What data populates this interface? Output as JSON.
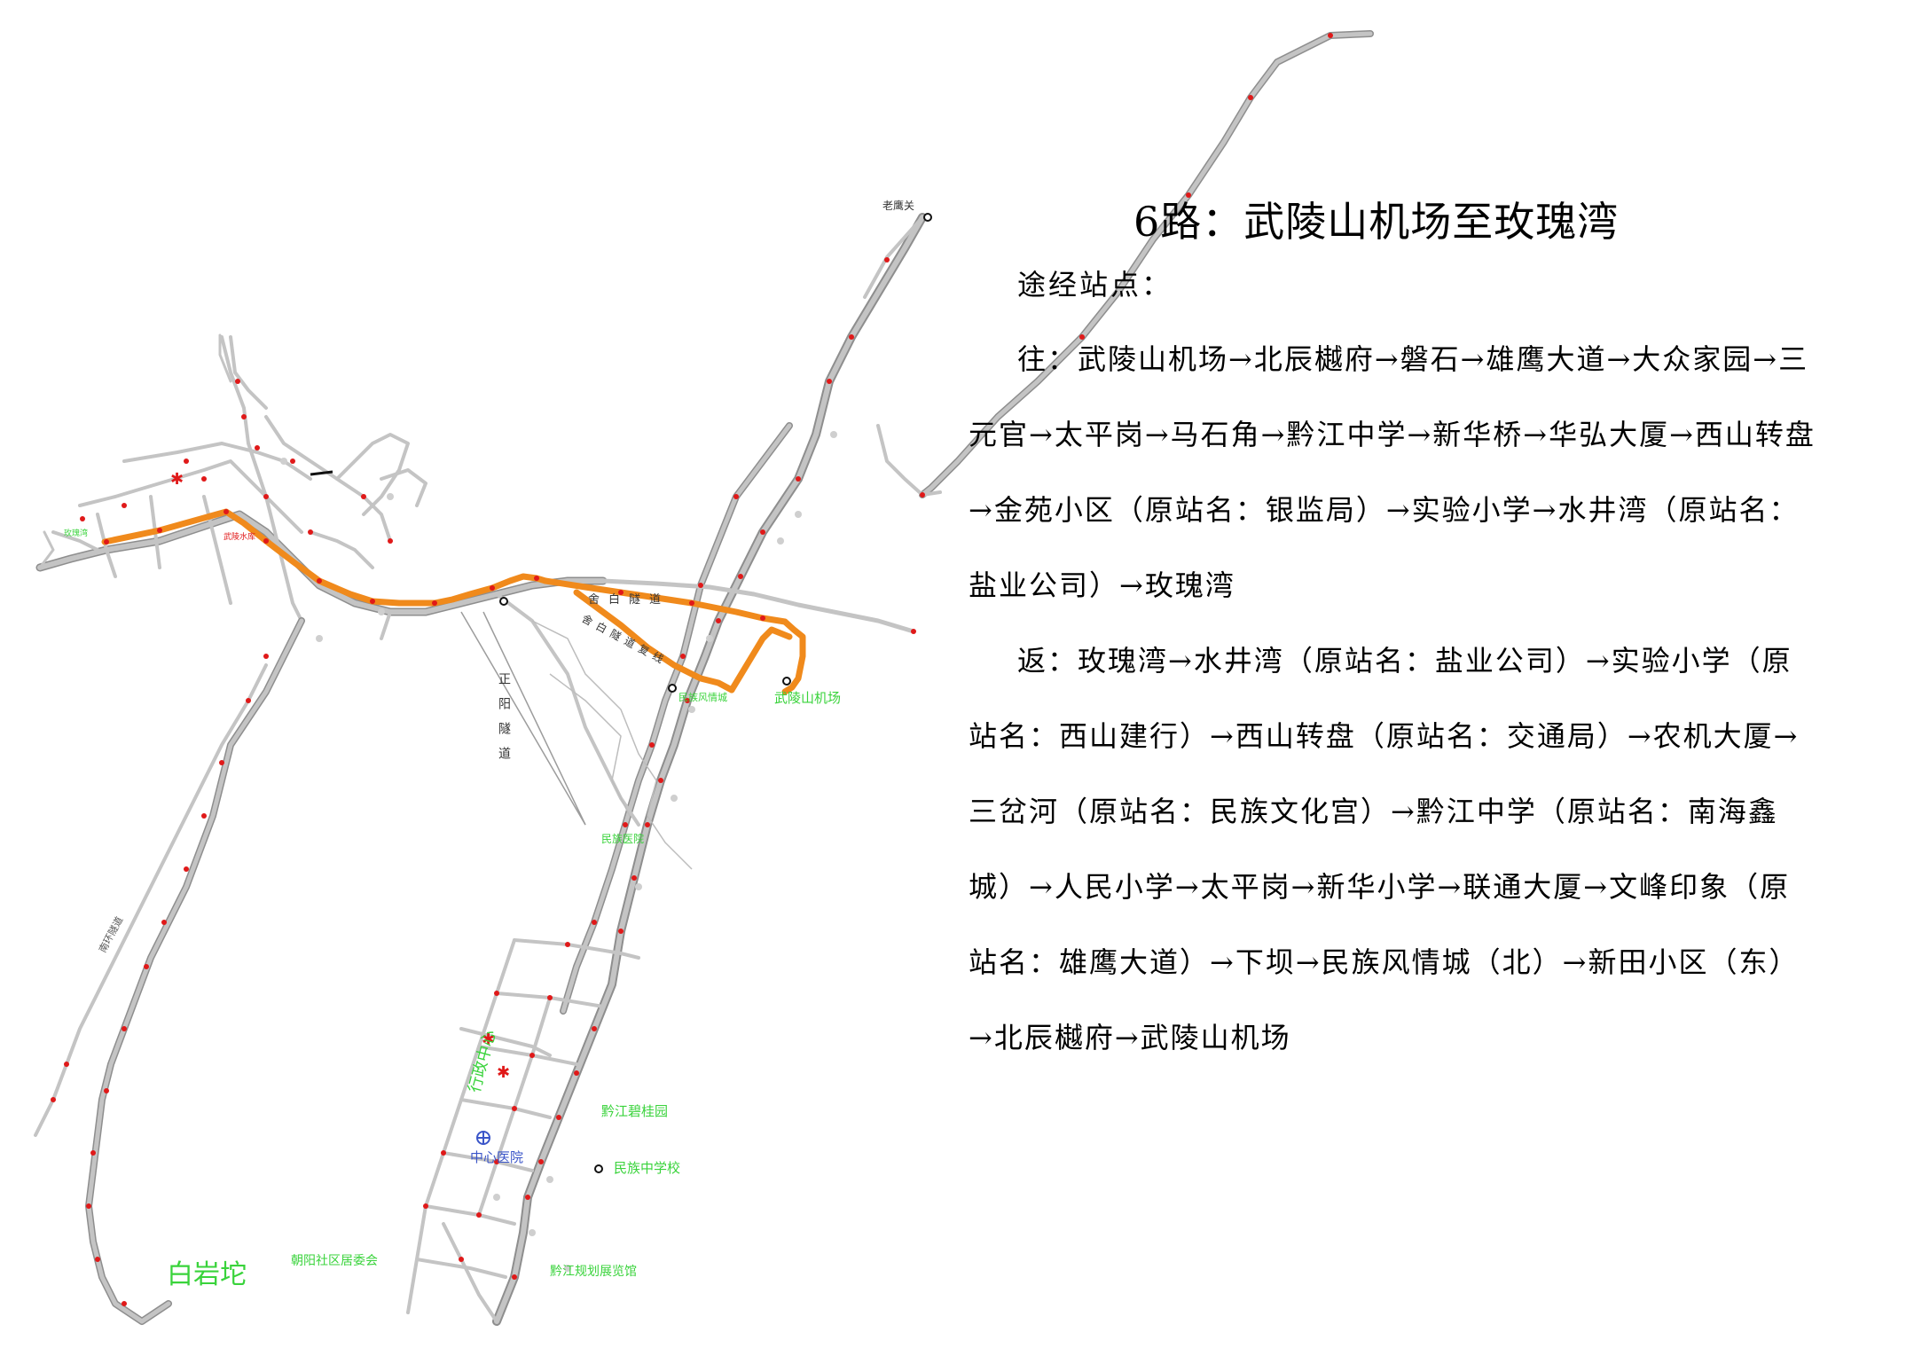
{
  "title": "6路：武陵山机场至玫瑰湾",
  "stops_heading": "途经站点：",
  "outbound": {
    "prefix": "往：",
    "text": "武陵山机场→北辰樾府→磐石→雄鹰大道→大众家园→三元官→太平岗→马石角→黔江中学→新华桥→华弘大厦→西山转盘→金苑小区（原站名：银监局）→实验小学→水井湾（原站名：盐业公司）→玫瑰湾"
  },
  "inbound": {
    "prefix": "返：",
    "text": "玫瑰湾→水井湾（原站名：盐业公司）→实验小学（原站名：西山建行）→西山转盘（原站名：交通局）→农机大厦→三岔河（原站名：民族文化宫）→黔江中学（原站名：南海鑫城）→人民小学→太平岗→新华小学→联通大厦→文峰印象（原站名：雄鹰大道）→下坝→民族风情城（北）→新田小区（东）→北辰樾府→武陵山机场"
  },
  "map_labels": {
    "laoyingguan": "老鹰关",
    "airport": "武陵山机场",
    "baiyantuo": "白岩坨",
    "chaoyang": "朝阳社区居委会",
    "planning_hall": "黔江规划展览馆",
    "central_hospital": "中心医院",
    "minzu_school": "民族中学校",
    "bigui": "黔江碧桂园",
    "admin_center": "行政中心",
    "minzu_hospital": "民族医院",
    "fengqing": "民族风情城",
    "tunnel_zhengyang": "正阳隧道",
    "tunnel_shebai": "舍白隧道",
    "tunnel_shebai_double": "舍白隧道复线",
    "reservoir": "武陵水库",
    "meiguiwan": "玫瑰湾",
    "ring_road": "南环隧道"
  },
  "colors": {
    "route": "#f08a1c",
    "road": "#c4c4c4",
    "stop": "#e01919",
    "label_green": "#39d33b",
    "hospital": "#3a55c8"
  }
}
